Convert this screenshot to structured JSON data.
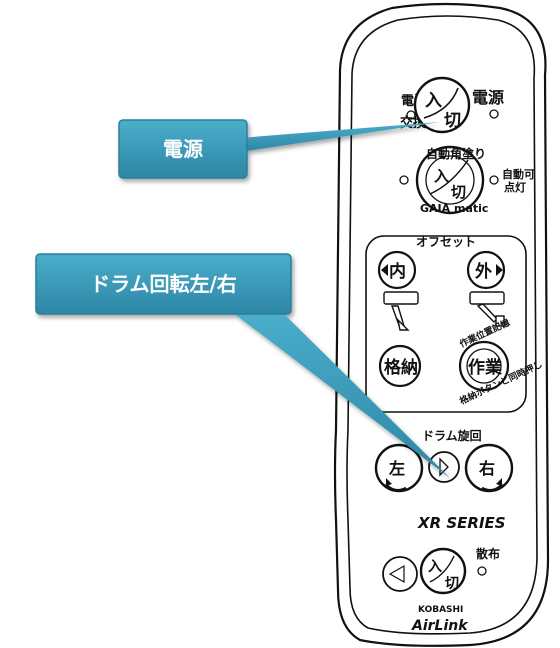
{
  "callouts": {
    "power": "電源",
    "drum_rotate": "ドラム回転左/右"
  },
  "remote": {
    "battery_top": "電池",
    "battery_bottom": "交換",
    "power_label": "電源",
    "power_on": "入",
    "power_off": "切",
    "auto_corner": "自動角塗り",
    "auto_on": "入",
    "auto_off": "切",
    "gaia_matic": "GAIA matic",
    "auto_lamp_top": "自動可",
    "auto_lamp_bottom": "点灯",
    "offset": "オフセット",
    "in_label": "内",
    "out_label": "外",
    "stow": "格納",
    "work": "作業",
    "work_top_arc": "作業位置記憶",
    "work_bottom_arc": "格納ボタンと同時押し",
    "drum_rotate": "ドラム旋回",
    "left": "左",
    "right": "右",
    "series": "XR SERIES",
    "spread": "散布",
    "spread_on": "入",
    "spread_off": "切",
    "brand_top": "KOBASHI",
    "brand_bottom": "AirLink"
  },
  "colors": {
    "callout_fill": "#3a9ab8",
    "callout_fill_dark": "#2a7f9c",
    "outline": "#111111"
  }
}
